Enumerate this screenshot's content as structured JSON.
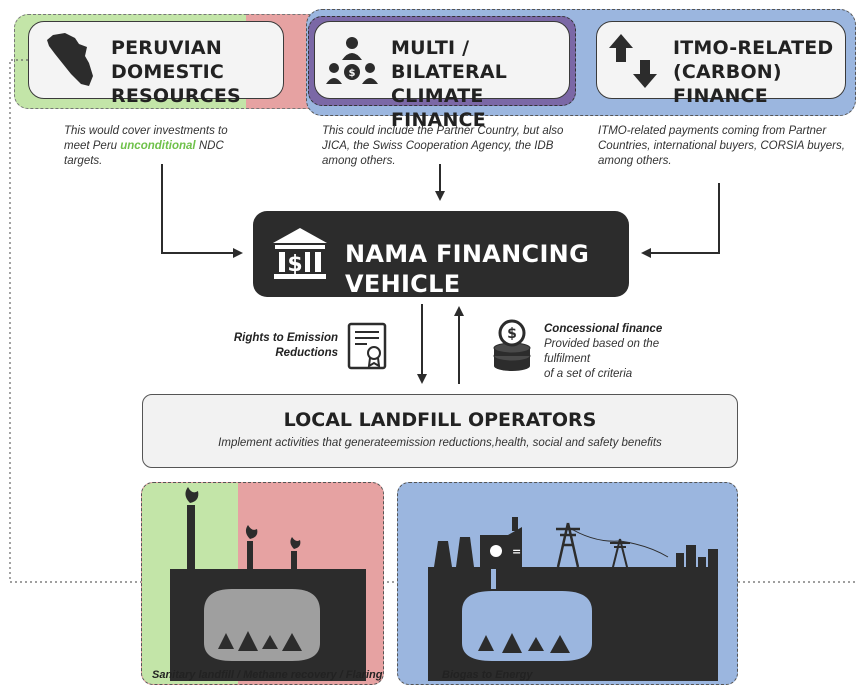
{
  "sources": {
    "peru": {
      "title_line1": "PERUVIAN DOMESTIC",
      "title_line2": "RESOURCES",
      "desc_pre": "This would cover investments to meet Peru ",
      "desc_highlight": "unconditional",
      "desc_post": " NDC targets.",
      "icon": "peru-map-icon"
    },
    "multi": {
      "title_line1": "MULTI / BILATERAL",
      "title_line2": "CLIMATE FINANCE",
      "desc": "This could include the Partner Country, but also JICA, the Swiss Cooperation Agency, the IDB among others.",
      "icon": "people-money-icon"
    },
    "itmo": {
      "title_line1": "ITMO-RELATED",
      "title_line2": "(CARBON) FINANCE",
      "desc": "ITMO-related payments coming from Partner Countries, international buyers, CORSIA buyers, among others.",
      "icon": "exchange-arrows-icon"
    }
  },
  "vehicle": {
    "title": "NAMA FINANCING VEHICLE",
    "icon": "bank-icon"
  },
  "flows": {
    "rights_line1": "Rights to Emission",
    "rights_line2": "Reductions",
    "rights_icon": "certificate-icon",
    "concessional_title": "Concessional finance",
    "concessional_line1": "Provided based on the fulfilment",
    "concessional_line2": "of a set of criteria",
    "concessional_icon": "coins-icon"
  },
  "operators": {
    "title": "LOCAL LANDFILL OPERATORS",
    "subtitle": "Implement activities that generateemission reductions,health, social and safety benefits"
  },
  "scenes": {
    "landfill_label": "Sanitary landfill / Methane recovery / Flaring",
    "biogas_label": "Biogas to Energy"
  },
  "colors": {
    "green": "#c3e5a8",
    "red": "#e6a2a2",
    "blue": "#9bb6df",
    "purple": "#7b68a6",
    "dark": "#2c2c2c",
    "highlight": "#6fc14a"
  }
}
